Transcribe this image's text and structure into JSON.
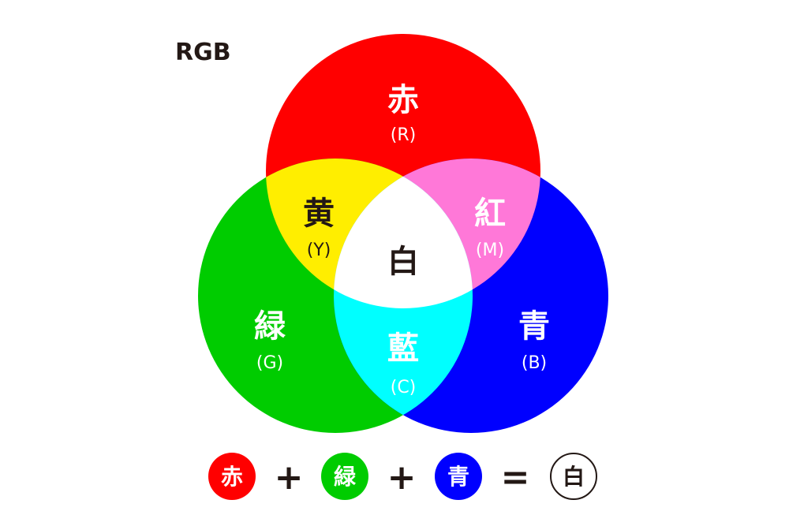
{
  "title": "RGB",
  "colors": {
    "red": "#ff0000",
    "green": "#00cc00",
    "blue": "#0000ff",
    "yellow": "#ffee00",
    "magenta": "#ff78d8",
    "cyan": "#00ffff",
    "white": "#ffffff",
    "text_dark": "#231815"
  },
  "regions": {
    "red": {
      "kanji": "赤",
      "code": "(R)"
    },
    "green": {
      "kanji": "緑",
      "code": "(G)"
    },
    "blue": {
      "kanji": "青",
      "code": "(B)"
    },
    "yellow": {
      "kanji": "黄",
      "code": "(Y)"
    },
    "magenta": {
      "kanji": "紅",
      "code": "(M)"
    },
    "cyan": {
      "kanji": "藍",
      "code": "(C)"
    },
    "white": {
      "kanji": "白"
    }
  },
  "equation": {
    "term1": "赤",
    "op1": "+",
    "term2": "緑",
    "op2": "+",
    "term3": "青",
    "equals": "=",
    "result": "白"
  }
}
